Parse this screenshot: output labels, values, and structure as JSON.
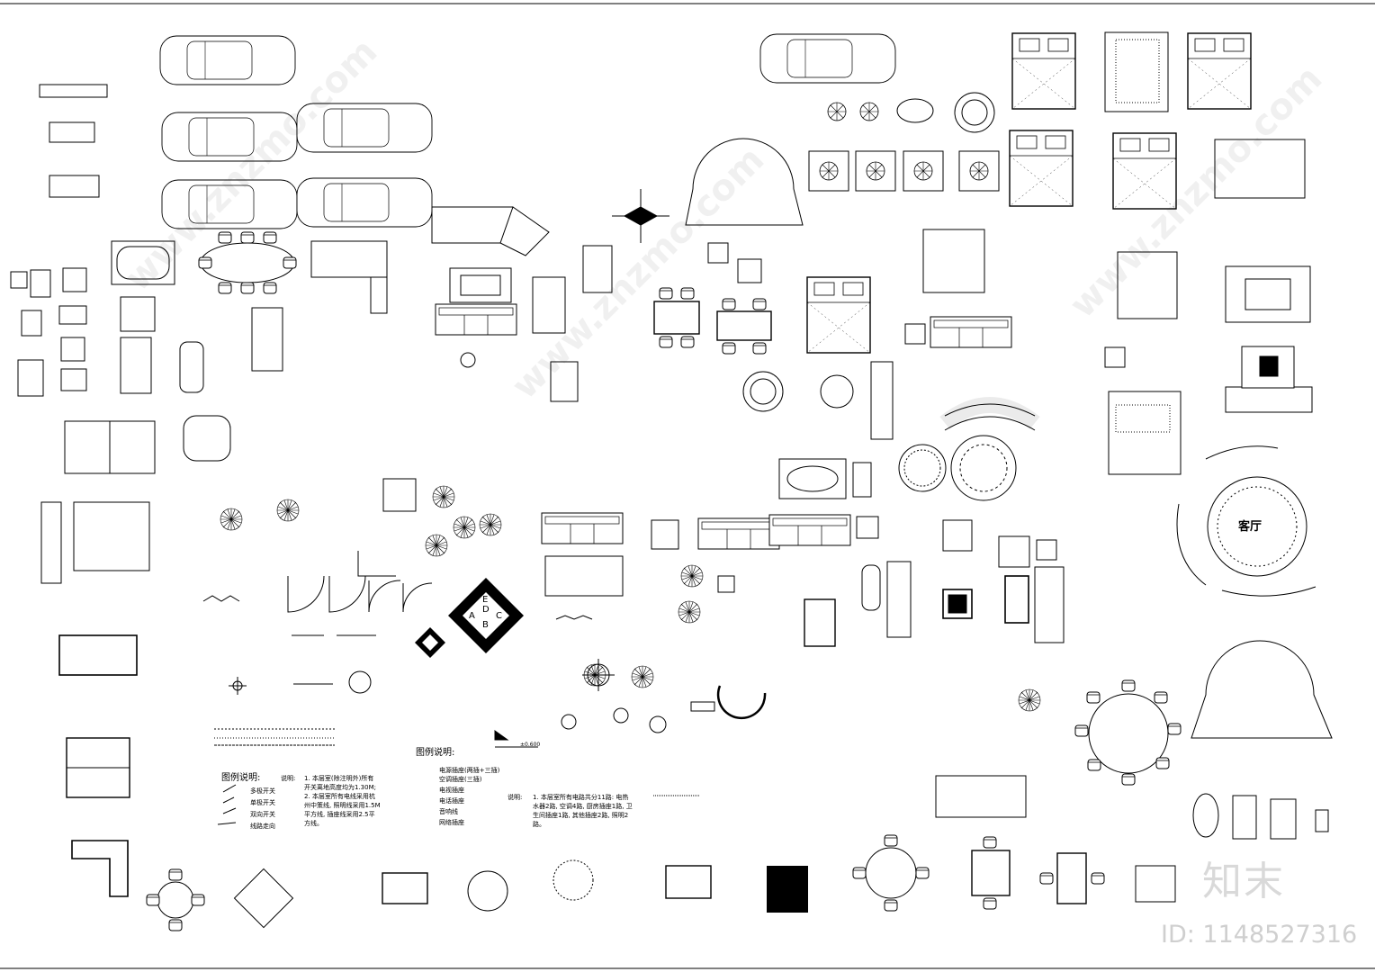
{
  "room_label": "客厅",
  "brand_logo_text": "知末",
  "id_badge": "ID: 1148527316",
  "watermark_text": "www.znzmo.com",
  "legend_left": {
    "title": "图例说明:",
    "items": [
      "多极开关",
      "单极开关",
      "双向开关",
      "线路走向"
    ]
  },
  "notes_left": {
    "label": "说明:",
    "lines": [
      "1. 本层室(除注明外)所有",
      "开关离地高度均为1.30M;",
      "2. 本层室所有电线采用杭",
      "州中策线, 照明线采用1.5M",
      "平方线, 插座线采用2.5平",
      "方线。"
    ]
  },
  "legend_center": {
    "title": "图例说明:",
    "items": [
      "电源插座(两插+三插)",
      "空调插座(三插)",
      "电视插座",
      "电话插座",
      "音响线",
      "网络插座"
    ]
  },
  "notes_right": {
    "label": "说明:",
    "lines": [
      "1. 本层室所有电路共分11路: 电热",
      "水器2路, 空调4路, 厨房插座1路, 卫",
      "生间插座1路, 其他插座2路, 照明2",
      "路。"
    ]
  },
  "level_mark": "±0.600",
  "compass_letters": [
    "A",
    "B",
    "C",
    "D",
    "E"
  ]
}
